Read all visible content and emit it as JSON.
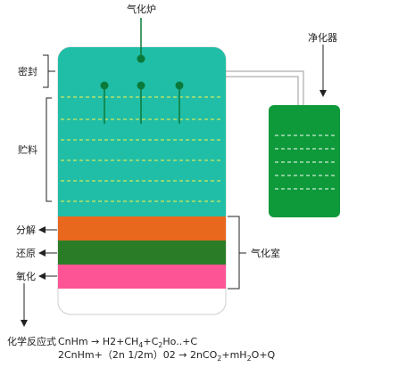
{
  "labels": {
    "gasifier": "气化炉",
    "purifier": "净化器",
    "seal": "密封",
    "storage": "贮料",
    "decompose": "分解",
    "reduce": "还原",
    "oxidize": "氧化",
    "chamber": "气化室"
  },
  "equation": {
    "prefix": "化学反应式",
    "line1": {
      "a": "CnHm → H2+CH",
      "sub1": "4",
      "b": "+C",
      "sub2": "2",
      "c": "Ho..+C"
    },
    "line2": {
      "a": "2CnHm+（2n 1/2m）02 → 2nCO",
      "sub1": "2",
      "b": "+mH",
      "sub2": "2",
      "c": "O+Q"
    }
  },
  "colors": {
    "teal": "#20bea6",
    "green_purifier": "#0e9a3a",
    "orange": "#e8681e",
    "dark_green": "#2a7c26",
    "pink": "#fc5495",
    "probe": "#0a7a3a",
    "dash": "#fff34a"
  }
}
